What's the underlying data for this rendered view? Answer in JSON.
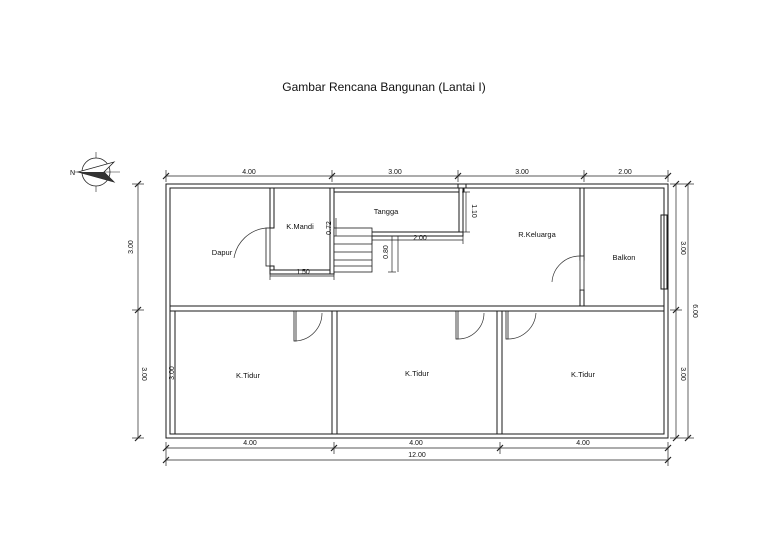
{
  "title": "Gambar Rencana Bangunan (Lantai I)",
  "compass": {
    "north_label": "N"
  },
  "rooms": {
    "dapur": "Dapur",
    "kamar_mandi": "K.Mandi",
    "tangga": "Tangga",
    "ruang_keluarga": "R.Keluarga",
    "balkon": "Balkon",
    "kamar_tidur_1": "K.Tidur",
    "kamar_tidur_2": "K.Tidur",
    "kamar_tidur_3": "K.Tidur"
  },
  "dimensions": {
    "top": [
      "4.00",
      "3.00",
      "3.00",
      "2.00"
    ],
    "bottom": [
      "4.00",
      "4.00",
      "4.00"
    ],
    "bottom_total": "12.00",
    "left": [
      "3.00",
      "3.00"
    ],
    "right": [
      "3.00",
      "3.00"
    ],
    "right_total": "6.00",
    "interior": {
      "stair_left": "0.72",
      "stair_landing": "1.10",
      "stair_width": "2.00",
      "stair_depth": "0.80",
      "bath_width": "1.50",
      "bedroom_left": "3.00"
    }
  }
}
